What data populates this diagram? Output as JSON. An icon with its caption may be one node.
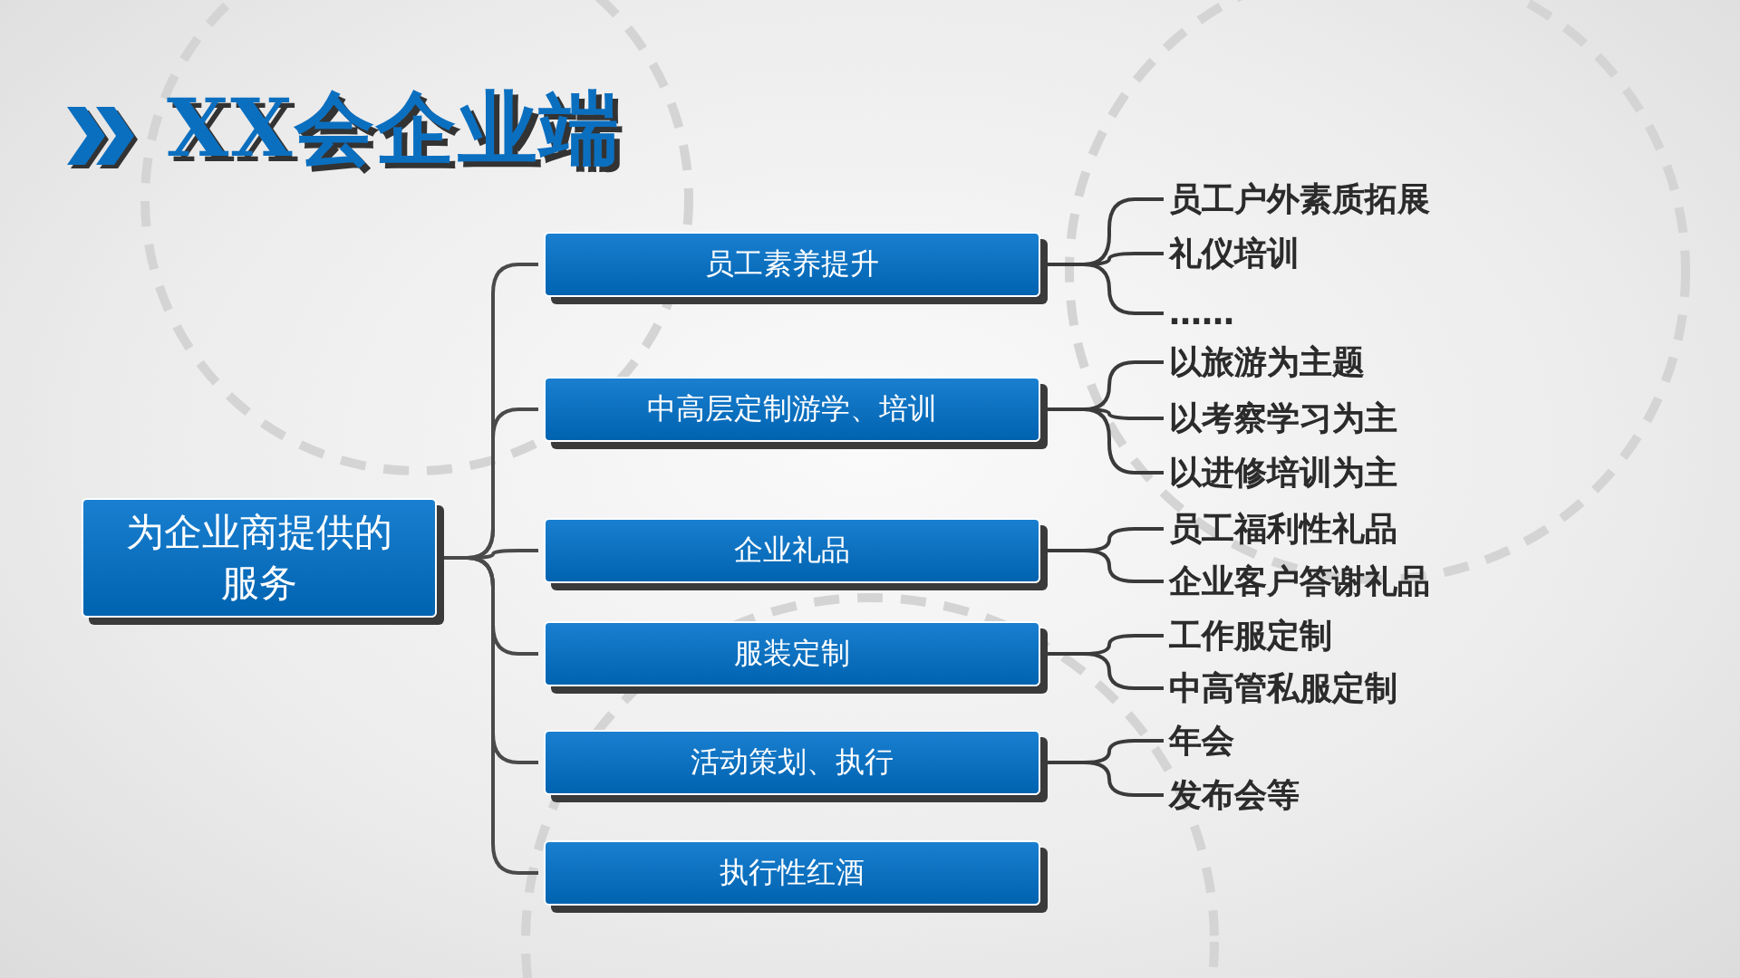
{
  "diagram": {
    "title": "XX会企业端",
    "nodes": [
      {
        "text": [
          "为企业商提供的服务"
        ]
      },
      {
        "text": [
          "员工素养提升"
        ]
      },
      {
        "text": [
          "中高层定制游学、培训"
        ]
      },
      {
        "text": [
          "企业礼品"
        ]
      },
      {
        "text": [
          "服装定制"
        ]
      },
      {
        "text": [
          "活动策划、执行"
        ]
      },
      {
        "text": [
          "执行性红酒"
        ]
      },
      {
        "text": [
          "员工户外素质拓展"
        ]
      },
      {
        "text": [
          "礼仪培训"
        ]
      },
      {
        "text": [
          "……"
        ]
      },
      {
        "text": [
          "以旅游为主题"
        ]
      },
      {
        "text": [
          "以考察学习为主"
        ]
      },
      {
        "text": [
          "以进修培训为主"
        ]
      },
      {
        "text": [
          "员工福利性礼品"
        ]
      },
      {
        "text": [
          "企业客户答谢礼品"
        ]
      },
      {
        "text": [
          "工作服定制"
        ]
      },
      {
        "text": [
          "中高管私服定制"
        ]
      },
      {
        "text": [
          "年会"
        ]
      },
      {
        "text": [
          "发布会等"
        ]
      }
    ],
    "edges": [
      {
        "from": 0,
        "to": 1,
        "arrow": "none"
      },
      {
        "from": 0,
        "to": 2,
        "arrow": "none"
      },
      {
        "from": 0,
        "to": 3,
        "arrow": "none"
      },
      {
        "from": 0,
        "to": 4,
        "arrow": "none"
      },
      {
        "from": 0,
        "to": 5,
        "arrow": "none"
      },
      {
        "from": 0,
        "to": 6,
        "arrow": "none"
      },
      {
        "from": 1,
        "to": 7,
        "arrow": "none"
      },
      {
        "from": 1,
        "to": 8,
        "arrow": "none"
      },
      {
        "from": 1,
        "to": 9,
        "arrow": "none"
      },
      {
        "from": 2,
        "to": 10,
        "arrow": "none"
      },
      {
        "from": 2,
        "to": 11,
        "arrow": "none"
      },
      {
        "from": 2,
        "to": 12,
        "arrow": "none"
      },
      {
        "from": 3,
        "to": 13,
        "arrow": "none"
      },
      {
        "from": 3,
        "to": 14,
        "arrow": "none"
      },
      {
        "from": 4,
        "to": 15,
        "arrow": "none"
      },
      {
        "from": 4,
        "to": 16,
        "arrow": "none"
      },
      {
        "from": 5,
        "to": 17,
        "arrow": "none"
      },
      {
        "from": 5,
        "to": 18,
        "arrow": "none"
      }
    ]
  }
}
